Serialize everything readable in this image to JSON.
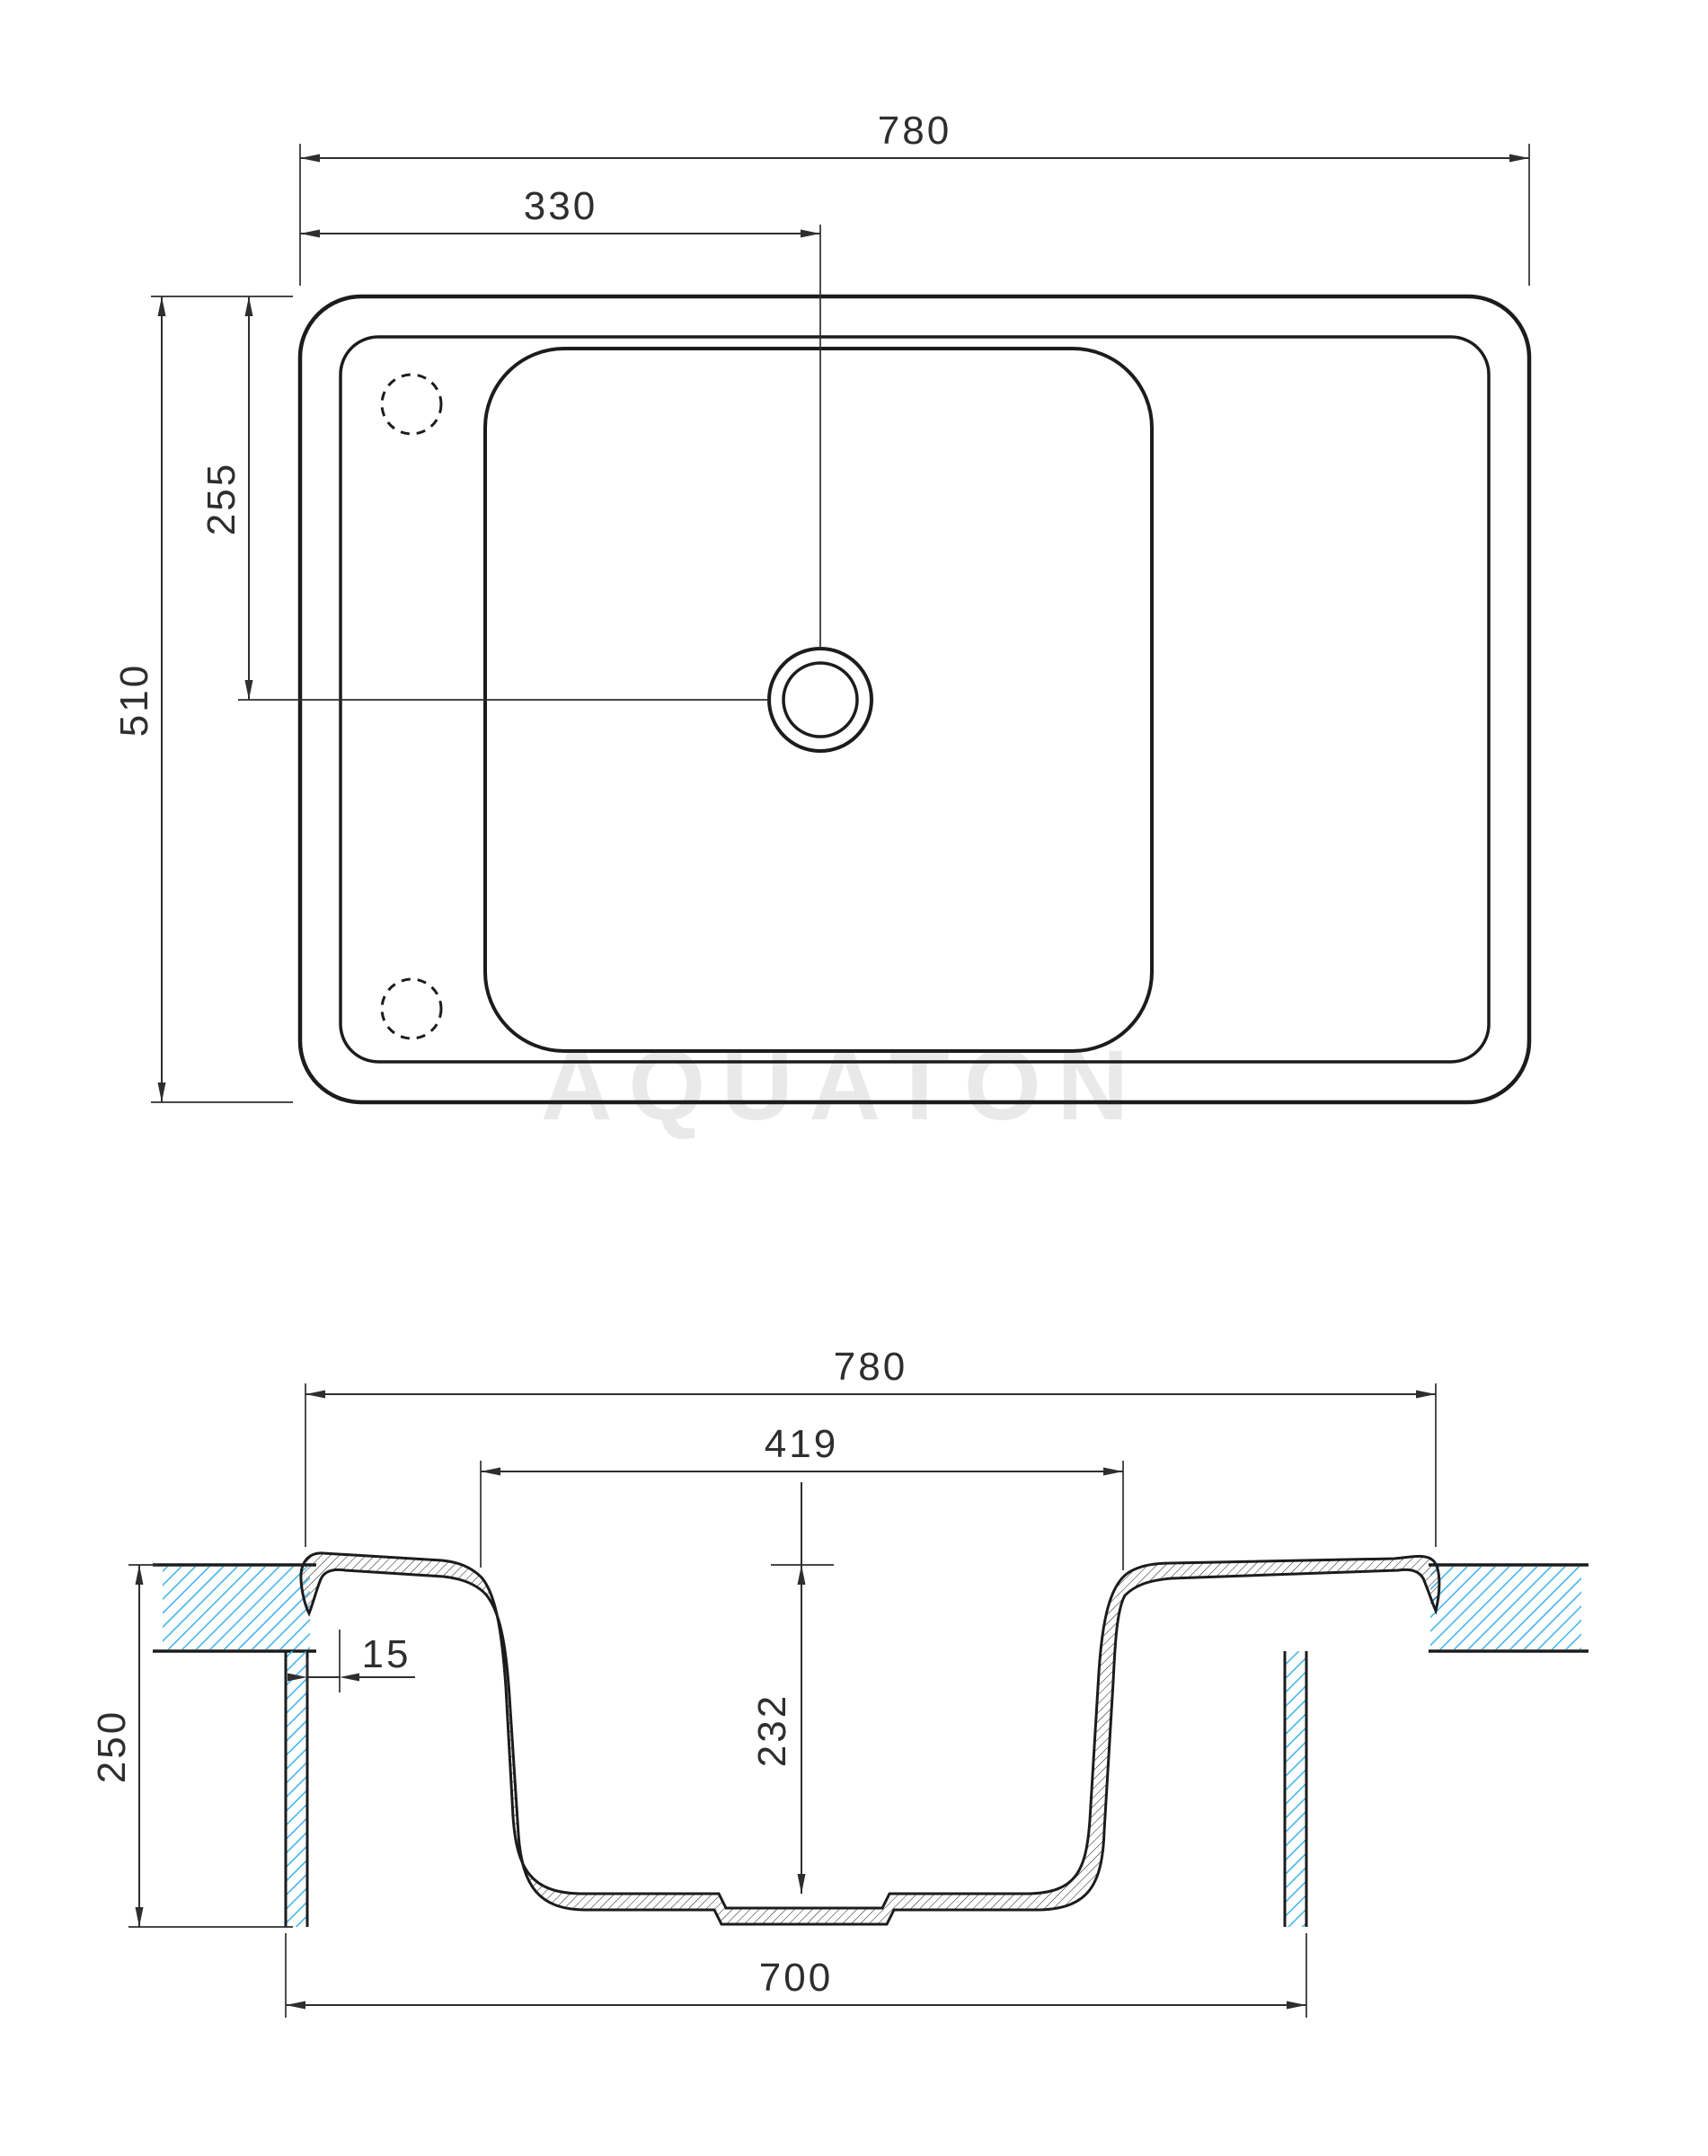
{
  "watermark": "AQUATON",
  "colors": {
    "hatch_blue": "#45b5e8",
    "watermark_gray": "#e9e9e9"
  },
  "top_view": {
    "overall_width": "780",
    "drain_offset_x": "330",
    "drain_offset_y": "255",
    "overall_depth": "510"
  },
  "section_view": {
    "overall_width": "780",
    "bowl_width": "419",
    "bowl_depth": "232",
    "mounting_depth": "250",
    "rim_overhang": "15",
    "base_width": "700"
  }
}
